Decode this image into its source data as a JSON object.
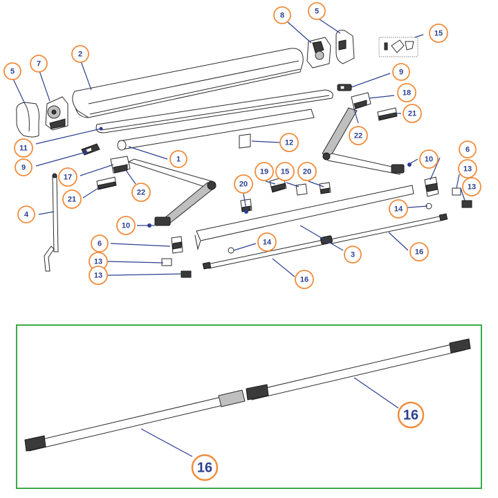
{
  "style": {
    "callout_ring": "#f08c3c",
    "callout_text": "#2b3f8f",
    "leader": "#2b3f8f",
    "detail_frame": "#3aaa48"
  },
  "callouts": [
    {
      "id": "c5a",
      "label": "5"
    },
    {
      "id": "c7",
      "label": "7"
    },
    {
      "id": "c2",
      "label": "2"
    },
    {
      "id": "c8",
      "label": "8"
    },
    {
      "id": "c5b",
      "label": "5"
    },
    {
      "id": "c15a",
      "label": "15"
    },
    {
      "id": "c9a",
      "label": "9"
    },
    {
      "id": "c18",
      "label": "18"
    },
    {
      "id": "c21a",
      "label": "21"
    },
    {
      "id": "c22a",
      "label": "22"
    },
    {
      "id": "c11",
      "label": "11"
    },
    {
      "id": "c9b",
      "label": "9"
    },
    {
      "id": "c1",
      "label": "1"
    },
    {
      "id": "c12",
      "label": "12"
    },
    {
      "id": "c10a",
      "label": "10"
    },
    {
      "id": "c17",
      "label": "17"
    },
    {
      "id": "c22b",
      "label": "22"
    },
    {
      "id": "c21b",
      "label": "21"
    },
    {
      "id": "c4",
      "label": "4"
    },
    {
      "id": "c20a",
      "label": "20"
    },
    {
      "id": "c19",
      "label": "19"
    },
    {
      "id": "c15b",
      "label": "15"
    },
    {
      "id": "c20b",
      "label": "20"
    },
    {
      "id": "c6a",
      "label": "6"
    },
    {
      "id": "c13a",
      "label": "13"
    },
    {
      "id": "c13b",
      "label": "13"
    },
    {
      "id": "c14a",
      "label": "14"
    },
    {
      "id": "c10b",
      "label": "10"
    },
    {
      "id": "c6b",
      "label": "6"
    },
    {
      "id": "c13c",
      "label": "13"
    },
    {
      "id": "c13d",
      "label": "13"
    },
    {
      "id": "c14b",
      "label": "14"
    },
    {
      "id": "c3",
      "label": "3"
    },
    {
      "id": "c16a",
      "label": "16"
    },
    {
      "id": "c16b",
      "label": "16"
    },
    {
      "id": "c16c",
      "label": "16"
    },
    {
      "id": "c16d",
      "label": "16"
    }
  ]
}
